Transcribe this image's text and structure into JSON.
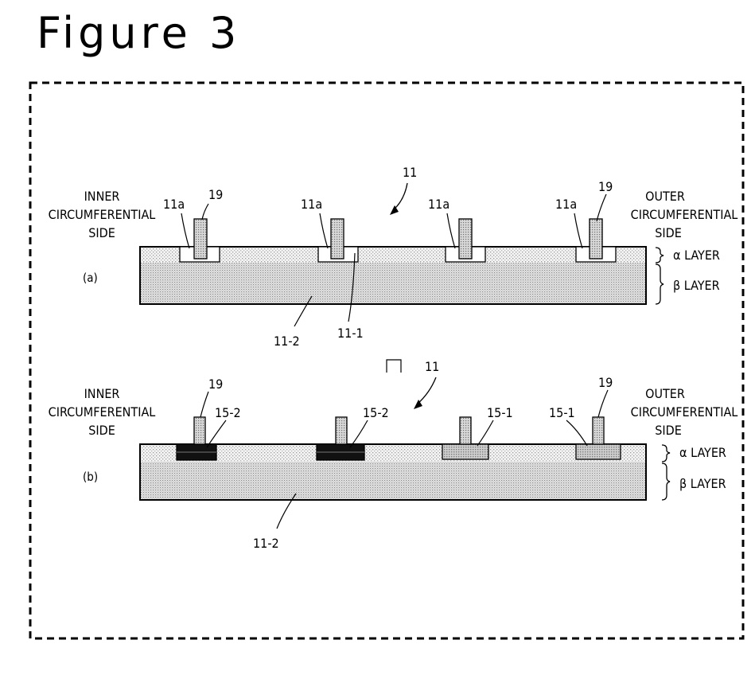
{
  "figure_title": "Figure 3",
  "panel_a": {
    "label": "(a)",
    "ref_main": "11",
    "ref_groove": "11a",
    "ref_pin": "19",
    "inner_side": [
      "INNER",
      "CIRCUMFERENTIAL",
      "SIDE"
    ],
    "outer_side": [
      "OUTER",
      "CIRCUMFERENTIAL",
      "SIDE"
    ],
    "alpha_layer": "α LAYER",
    "beta_layer": "β LAYER",
    "ref_body": "11-2",
    "ref_groove_region": "11-1"
  },
  "panel_b": {
    "label": "(b)",
    "ref_main": "11",
    "ref_pin": "19",
    "inner_side": [
      "INNER",
      "CIRCUMFERENTIAL",
      "SIDE"
    ],
    "outer_side": [
      "OUTER",
      "CIRCUMFERENTIAL",
      "SIDE"
    ],
    "ref_insert_dark": "15-2",
    "ref_insert_light": "15-1",
    "alpha_layer": "α LAYER",
    "beta_layer": "β LAYER",
    "ref_body": "11-2"
  },
  "colors": {
    "border": "#000000",
    "dot_fill": "#e2e2e2",
    "dark_insert": "#111111",
    "light_insert": "#c8c8c8",
    "pin_fill": "#bdbdbd"
  }
}
